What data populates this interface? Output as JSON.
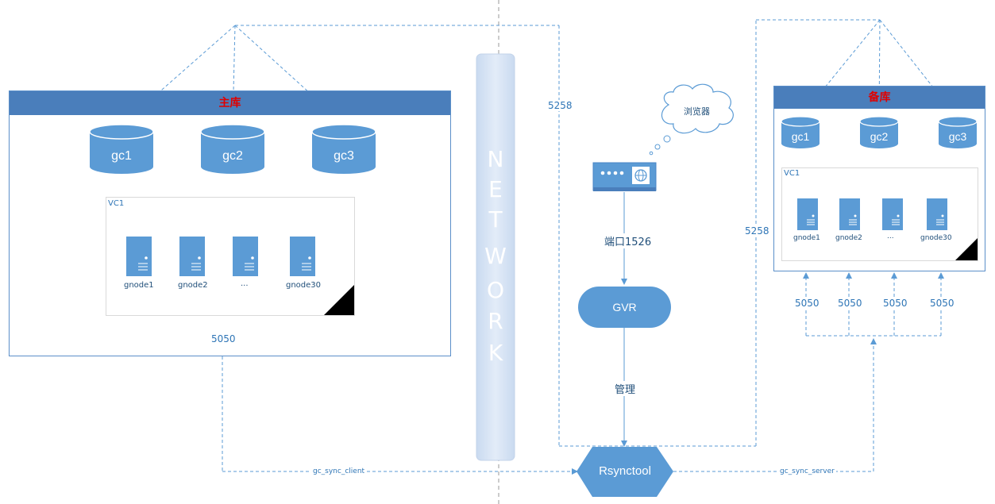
{
  "primary": {
    "title": "主库",
    "dbs": [
      "gc1",
      "gc2",
      "gc3"
    ],
    "vc_label": "VC1",
    "nodes": [
      "gnode1",
      "gnode2",
      "...",
      "gnode30"
    ],
    "port": "5050"
  },
  "standby": {
    "title": "备库",
    "dbs": [
      "gc1",
      "gc2",
      "gc3"
    ],
    "vc_label": "VC1",
    "nodes": [
      "gnode1",
      "gnode2",
      "...",
      "gnode30"
    ],
    "ports": [
      "5050",
      "5050",
      "5050",
      "5050"
    ]
  },
  "network_letters": [
    "N",
    "E",
    "T",
    "W",
    "O",
    "R",
    "K"
  ],
  "browser_label": "浏览器",
  "port_1526": "端口1526",
  "gvr_label": "GVR",
  "manage_label": "管理",
  "rsync_label": "Rsynctool",
  "port_5258_left": "5258",
  "port_5258_right": "5258",
  "client_label": "gc_sync_client",
  "server_label": "gc_sync_server",
  "colors": {
    "header": "#4a7ebb",
    "shape": "#5b9bd5",
    "line": "#5b9bd5",
    "title_red": "#e00000"
  }
}
